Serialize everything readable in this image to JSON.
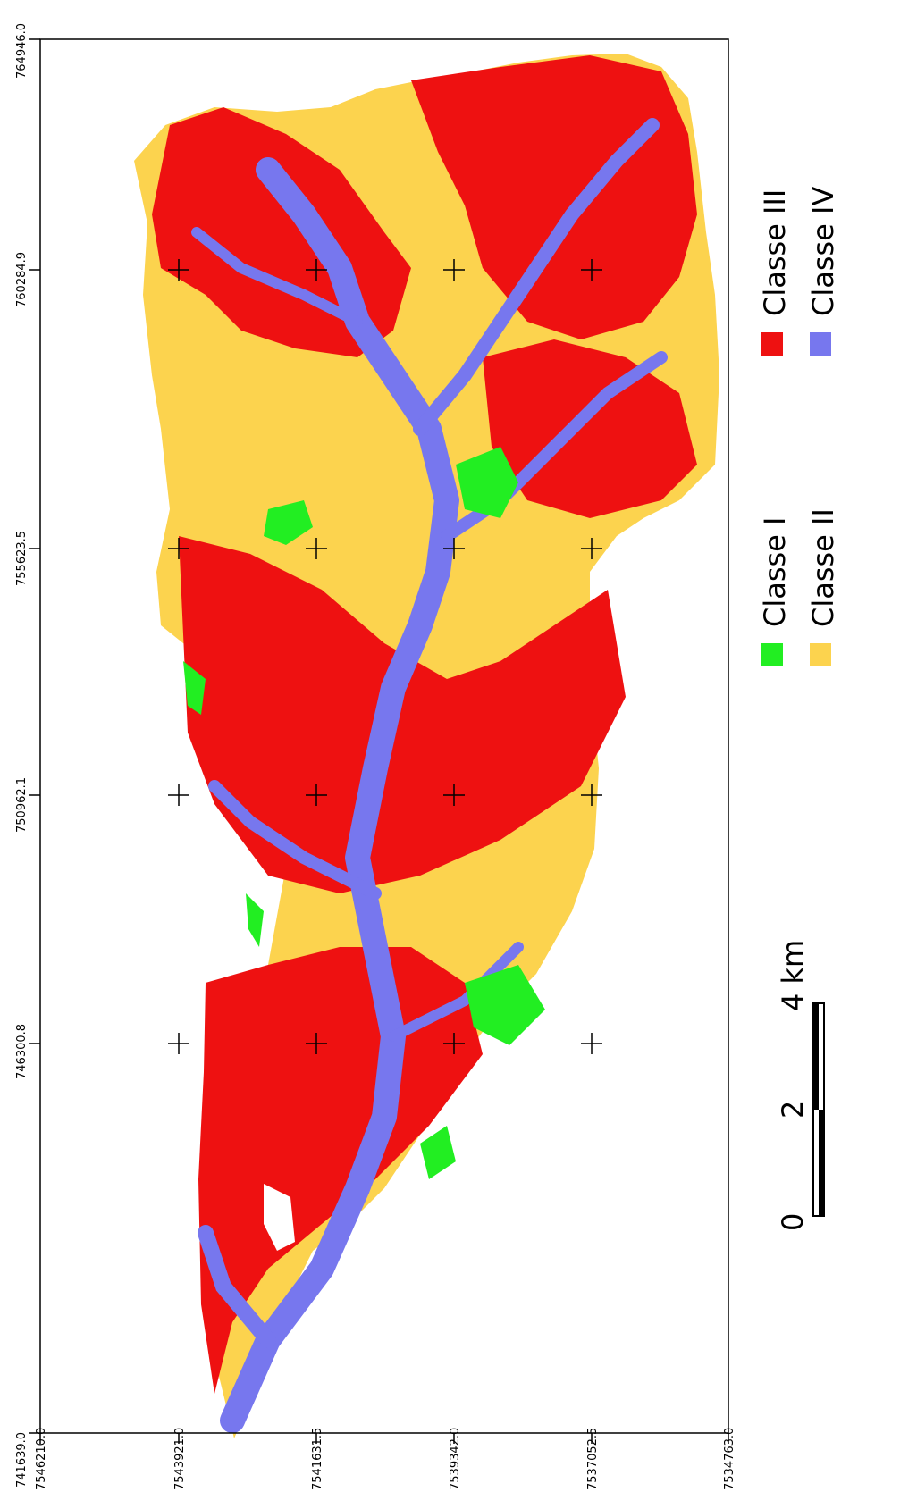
{
  "map": {
    "x_ticks": [
      "741639.0",
      "746300.8",
      "750962.1",
      "755623.5",
      "760284.9",
      "764946.0"
    ],
    "y_ticks": [
      "7546210.0",
      "7543921.0",
      "7541631.5",
      "7539342.0",
      "7537052.5",
      "7534763.0"
    ],
    "corner_overlap_label": "741639.0"
  },
  "legend": {
    "items": [
      {
        "label": "Classe I",
        "color": "#22ee22"
      },
      {
        "label": "Classe II",
        "color": "#fcd34e"
      },
      {
        "label": "Classe III",
        "color": "#ee1111"
      },
      {
        "label": "Classe IV",
        "color": "#7777ee"
      }
    ]
  },
  "scale_bar": {
    "labels": [
      "0",
      "2",
      "4 km"
    ]
  },
  "colors": {
    "frame": "#000000",
    "background": "#ffffff"
  }
}
